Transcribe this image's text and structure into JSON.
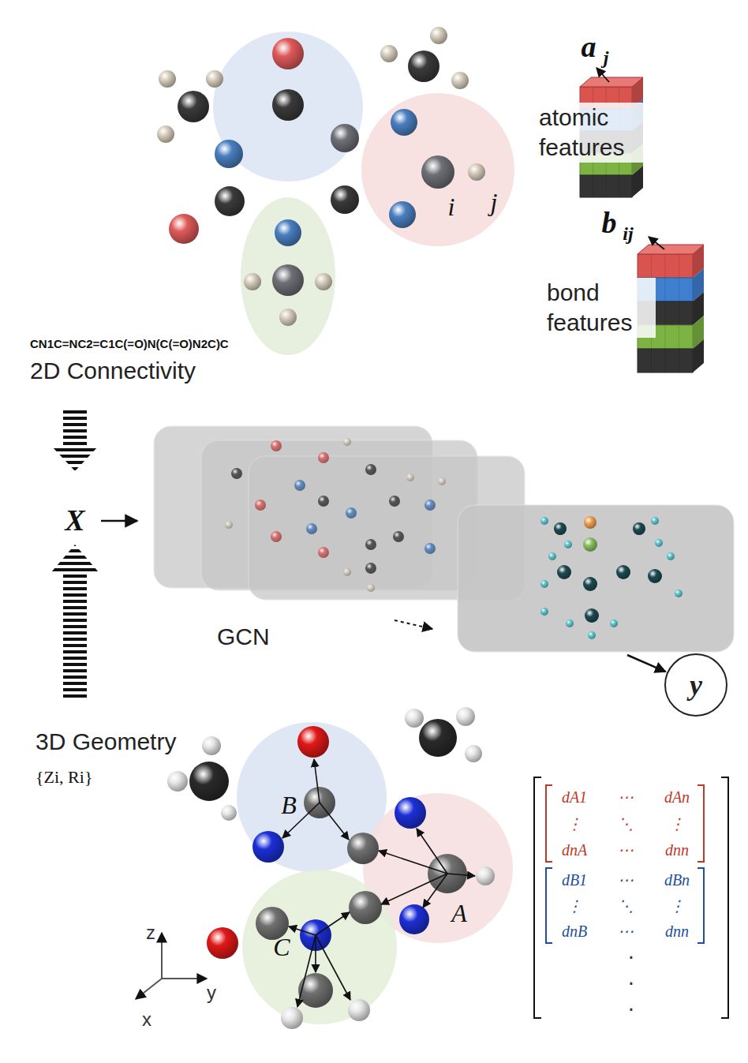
{
  "diagram": {
    "nodes": [
      {
        "text": [
          "GCN"
        ]
      },
      {
        "text": [
          "y"
        ]
      }
    ],
    "edges": [
      {
        "from": 0,
        "to": 1,
        "arrow": "to"
      }
    ],
    "labels": [
      "CN1C=NC2=C1C(=O)N(C(=O)N2C)C",
      "2D Connectivity",
      "a",
      "j",
      "atomic features",
      "b",
      "ij",
      "bond features",
      "i",
      "j",
      "X",
      "3D Geometry",
      "{Zi, Ri}",
      "B",
      "A",
      "C",
      "z",
      "y",
      "x",
      "dA1",
      "⋯",
      "dAn",
      "⋮",
      "⋱",
      "⋮",
      "dnA",
      "⋯",
      "dnn",
      "dB1",
      "⋯",
      "dBn",
      "⋮",
      "⋱",
      "⋮",
      "dnB",
      "⋯",
      "dnn",
      "·",
      "·",
      "·"
    ]
  }
}
